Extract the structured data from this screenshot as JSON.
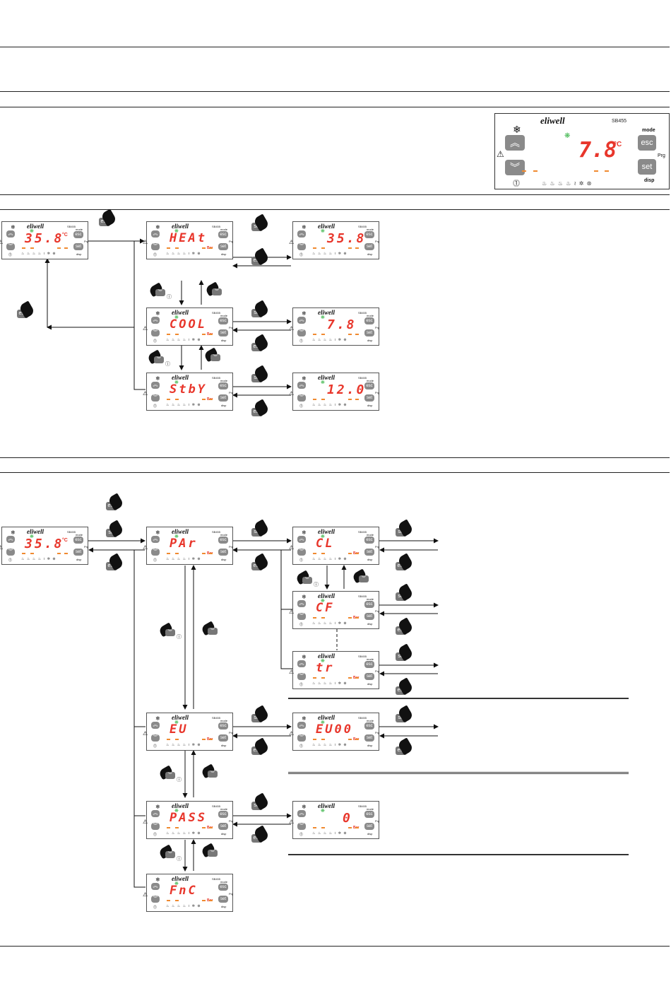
{
  "device_photo": {
    "brand": "eliwell",
    "model": "SB455",
    "reading": "7.8",
    "unit": "°C",
    "labels": {
      "mode": "mode",
      "esc": "esc",
      "prg": "Prg",
      "set": "set",
      "disp": "disp"
    }
  },
  "panel_common": {
    "brand": "eliwell",
    "model": "SB455",
    "esc": "esc",
    "set": "set",
    "mode": "mode",
    "prg": "Prg",
    "disp": "disp",
    "unit": "°C",
    "bar": "Bar",
    "icons": "♨ ♨ ♨ ♨ ≀ ✲ ⊛"
  },
  "keys": {
    "esc": "esc",
    "set": "set",
    "info": "ⓘ"
  },
  "section1": {
    "home": "35.8",
    "modes": [
      {
        "label": "HEAt",
        "value": "35.8",
        "value_unit": "°C"
      },
      {
        "label": "COOL",
        "value": "7.8",
        "value_unit": "°C"
      },
      {
        "label": "StbY",
        "value": "12.0",
        "value_unit": "°C"
      }
    ]
  },
  "section2": {
    "home": "35.8",
    "menus": [
      {
        "label": "PAr"
      },
      {
        "label": "EU"
      },
      {
        "label": "PASS"
      },
      {
        "label": "FnC"
      }
    ],
    "par_sub": [
      "CL",
      "CF",
      "tr"
    ],
    "eu_sub": "EU00",
    "pass_value": "0"
  }
}
